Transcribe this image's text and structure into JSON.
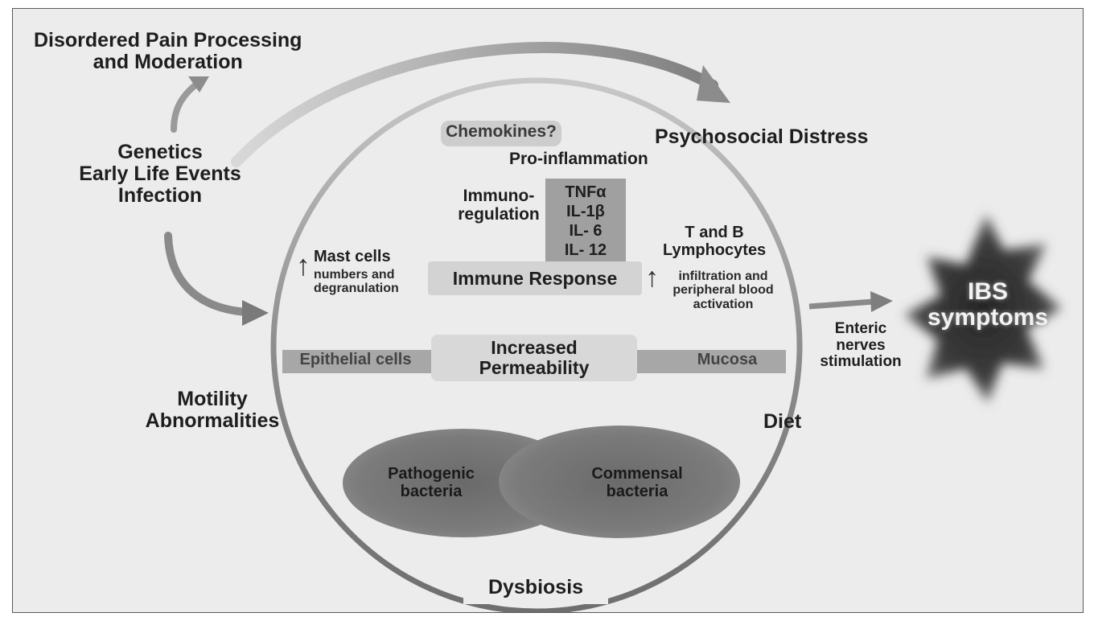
{
  "labels": {
    "pain": [
      "Disordered Pain Processing",
      "and Moderation"
    ],
    "genetics": [
      "Genetics",
      "Early Life Events",
      "Infection"
    ],
    "psychosocial": "Psychosocial Distress",
    "chemokines": "Chemokines?",
    "proinflammation": "Pro-inflammation",
    "immunoregulation": [
      "Immuno-",
      "regulation"
    ],
    "cytokines": [
      "TNFα",
      "IL-1β",
      "IL- 6",
      "IL- 12"
    ],
    "immune_response": "Immune Response",
    "mast_cells": {
      "title": "Mast cells",
      "detail": [
        "numbers and",
        "degranulation"
      ]
    },
    "lymphocytes": {
      "title": [
        "T and B",
        "Lymphocytes"
      ],
      "detail": [
        "infiltration and",
        "peripheral blood",
        "activation"
      ]
    },
    "epithelial": "Epithelial cells",
    "permeability": [
      "Increased",
      "Permeability"
    ],
    "mucosa": "Mucosa",
    "motility": [
      "Motility",
      "Abnormalities"
    ],
    "diet": "Diet",
    "pathogenic": [
      "Pathogenic",
      "bacteria"
    ],
    "commensal": [
      "Commensal",
      "bacteria"
    ],
    "dysbiosis": "Dysbiosis",
    "enteric": [
      "Enteric",
      "nerves",
      "stimulation"
    ],
    "ibs": [
      "IBS",
      "symptoms"
    ],
    "up_arrow": "↑"
  },
  "colors": {
    "background": "#ececec",
    "circle": "#8a8a8a",
    "arrow": "#8c8c8c",
    "band": "#a7a7a7",
    "box": "#d3d3d3",
    "blob": "#707070",
    "ibs_star": "#2a2a2a"
  },
  "icons": [
    "curved-arrow-icon",
    "straight-arrow-icon",
    "up-arrow-icon"
  ]
}
